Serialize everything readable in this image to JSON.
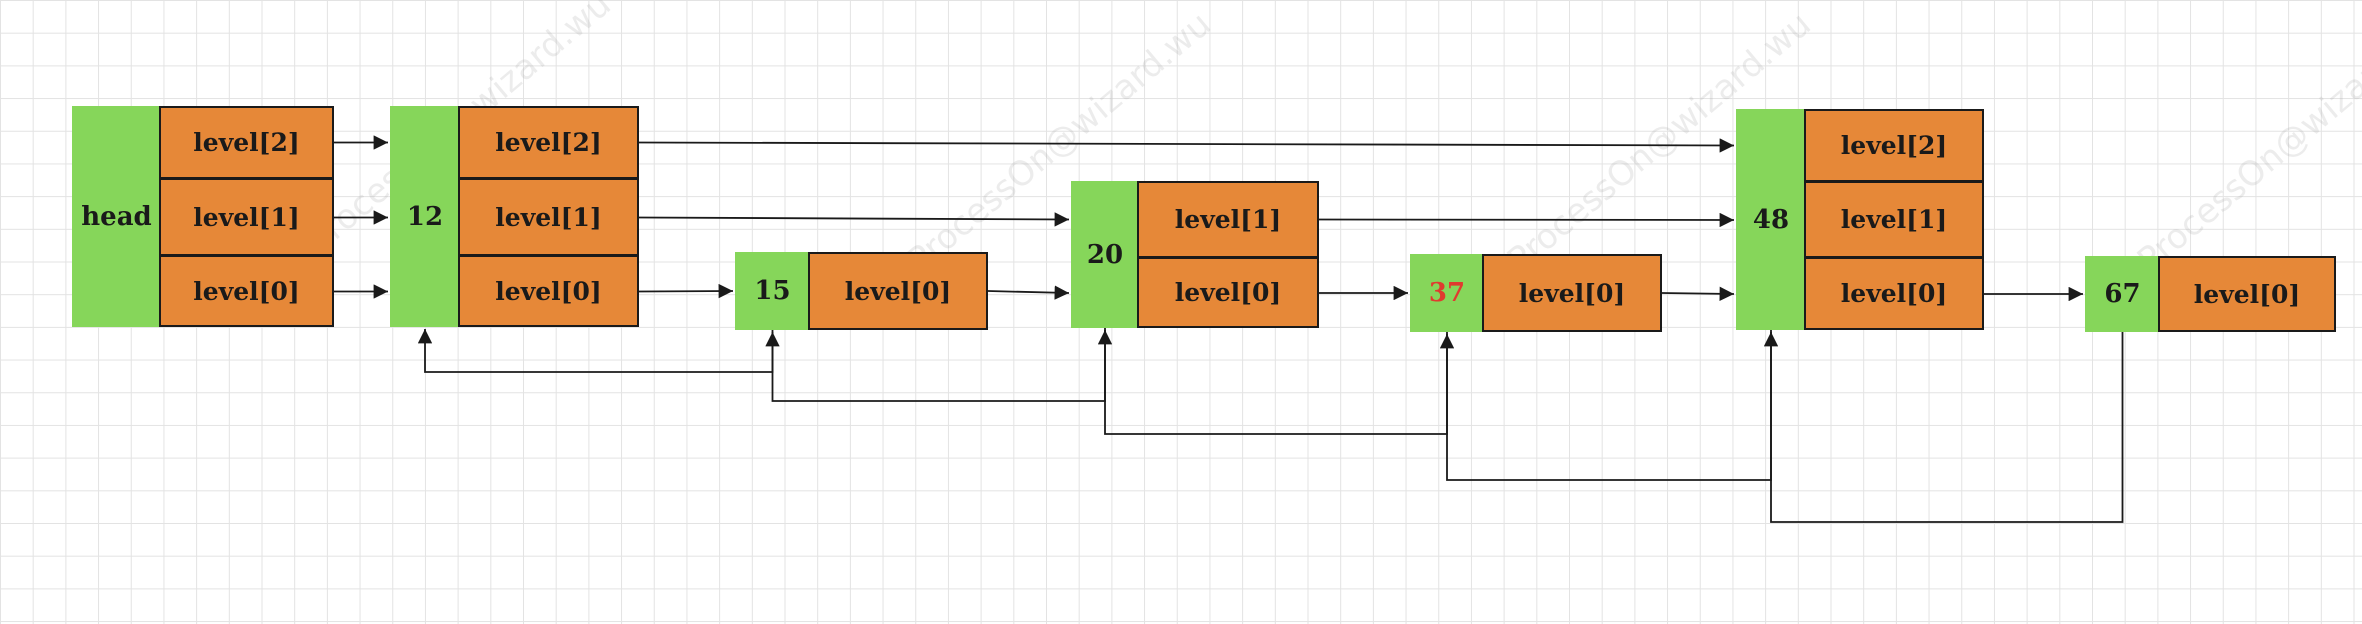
{
  "watermark": "ProcessOn@wizard.wu",
  "colors": {
    "node_fill": "#86d65a",
    "level_fill": "#e68838",
    "line": "#1a1a1a",
    "highlight_text": "#e03b2f"
  },
  "nodes": [
    {
      "id": "head",
      "label": "head",
      "levels": [
        "level[2]",
        "level[1]",
        "level[0]"
      ]
    },
    {
      "id": "n12",
      "label": "12",
      "levels": [
        "level[2]",
        "level[1]",
        "level[0]"
      ]
    },
    {
      "id": "n15",
      "label": "15",
      "levels": [
        "level[0]"
      ]
    },
    {
      "id": "n20",
      "label": "20",
      "levels": [
        "level[1]",
        "level[0]"
      ]
    },
    {
      "id": "n37",
      "label": "37",
      "highlight": true,
      "levels": [
        "level[0]"
      ]
    },
    {
      "id": "n48",
      "label": "48",
      "levels": [
        "level[2]",
        "level[1]",
        "level[0]"
      ]
    },
    {
      "id": "n67",
      "label": "67",
      "levels": [
        "level[0]"
      ]
    }
  ],
  "forward_links": [
    {
      "from": "head",
      "to": "n12",
      "level": 2
    },
    {
      "from": "head",
      "to": "n12",
      "level": 1
    },
    {
      "from": "head",
      "to": "n12",
      "level": 0
    },
    {
      "from": "n12",
      "to": "n48",
      "level": 2
    },
    {
      "from": "n12",
      "to": "n20",
      "level": 1
    },
    {
      "from": "n12",
      "to": "n15",
      "level": 0
    },
    {
      "from": "n15",
      "to": "n20",
      "level": 0
    },
    {
      "from": "n20",
      "to": "n48",
      "level": 1
    },
    {
      "from": "n20",
      "to": "n37",
      "level": 0
    },
    {
      "from": "n37",
      "to": "n48",
      "level": 0
    },
    {
      "from": "n48",
      "to": "n67",
      "level": 0
    }
  ],
  "backward_links": [
    {
      "from": "n15",
      "to": "n12"
    },
    {
      "from": "n20",
      "to": "n15"
    },
    {
      "from": "n37",
      "to": "n20"
    },
    {
      "from": "n48",
      "to": "n37"
    },
    {
      "from": "n67",
      "to": "n48"
    }
  ]
}
